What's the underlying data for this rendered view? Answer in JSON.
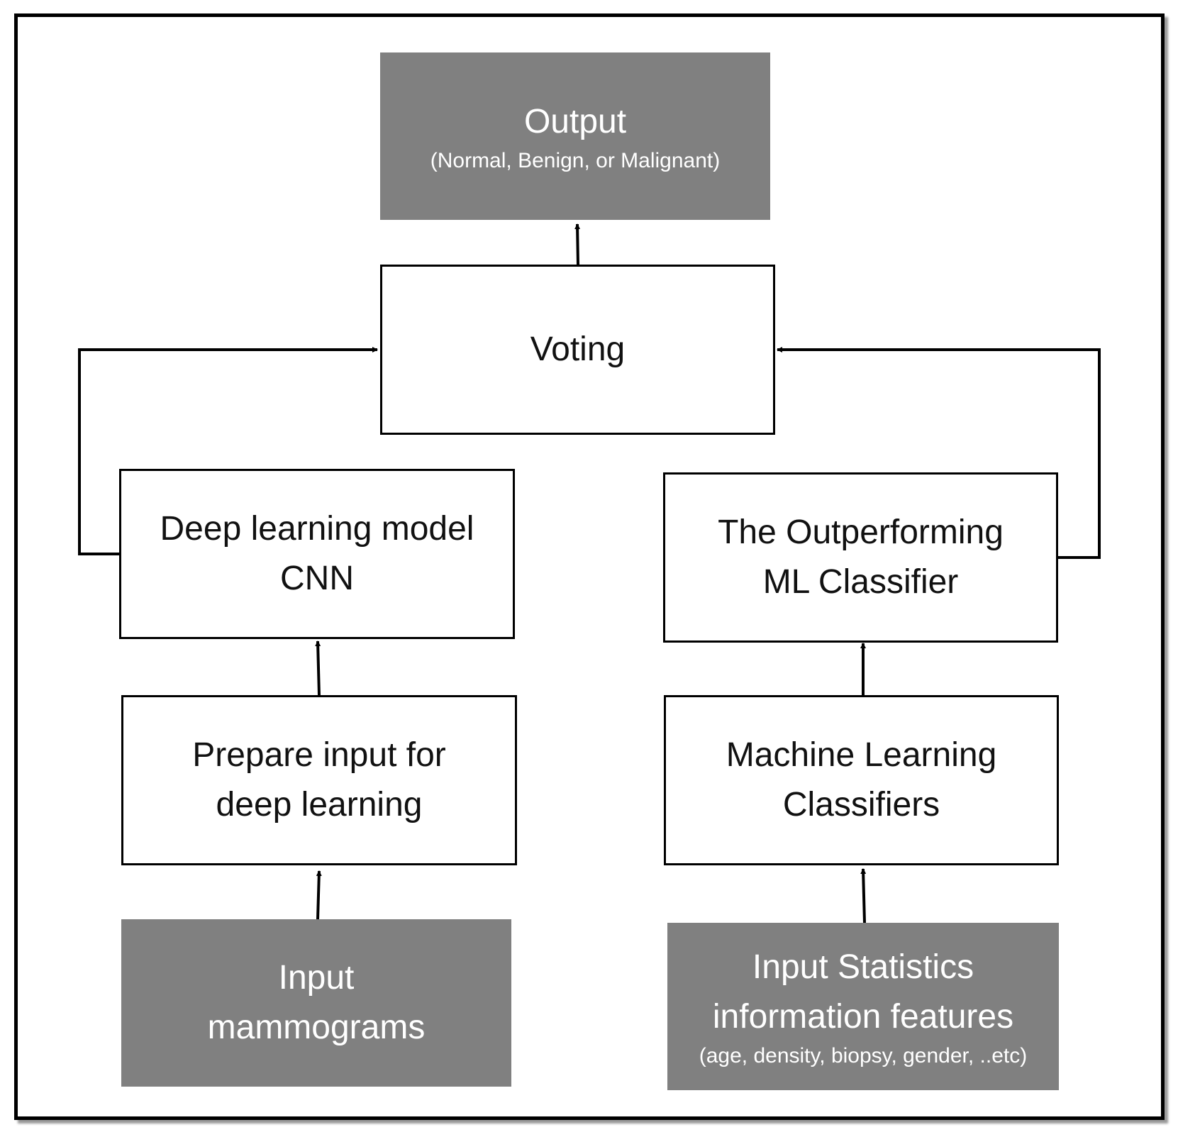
{
  "output": {
    "title": "Output",
    "subtitle": "(Normal, Benign, or Malignant)"
  },
  "voting": {
    "title": "Voting"
  },
  "deep_learning_model": {
    "line1": "Deep learning model",
    "line2": "CNN"
  },
  "ml_classifier": {
    "line1": "The Outperforming",
    "line2": "ML Classifier"
  },
  "prepare_input": {
    "line1": "Prepare input for",
    "line2": "deep learning"
  },
  "machine_learning": {
    "line1": "Machine Learning",
    "line2": "Classifiers"
  },
  "input_mammograms": {
    "line1": "Input",
    "line2": "mammograms"
  },
  "input_statistics": {
    "line1": "Input Statistics",
    "line2": "information features",
    "line3": "(age, density, biopsy, gender, ..etc)"
  },
  "colors": {
    "dark_box": "#808080",
    "border": "#000000",
    "background": "#ffffff"
  }
}
